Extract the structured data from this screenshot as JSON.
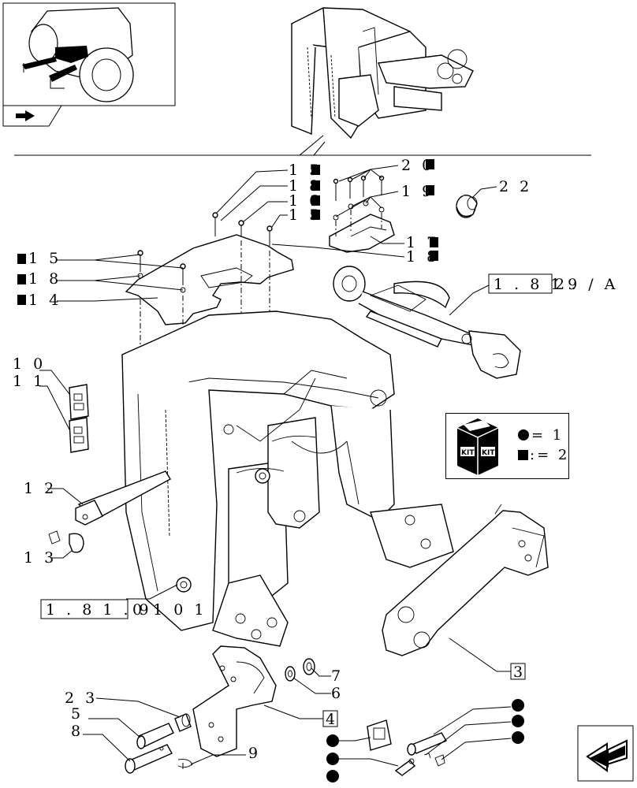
{
  "labels": {
    "l20": "2 0",
    "l15a": "1 5",
    "l18a": "1 8",
    "l16": "1 6",
    "l15b": "1 5",
    "l19": "1 9",
    "l22": "2 2",
    "l17": "1 7",
    "l18b": "1 8",
    "l15c": "1 5",
    "l18c": "1 8",
    "l14": "1 4",
    "l10": "1 0",
    "l11": "1 1",
    "l12": "1 2",
    "l13": "1 3",
    "l3": "3",
    "l7": "7",
    "l6": "6",
    "l4": "4",
    "l23": "2 3",
    "l5": "5",
    "l8": "8",
    "l9": "9"
  },
  "references": {
    "ref_top_link": "1 . 8 1 .",
    "ref_top_link_suffix": "29 / A",
    "ref_frame": "1 . 8 1 . 9",
    "ref_frame_suffix": "0 1   0 1"
  },
  "kit_legend": {
    "kit_text": "KIT",
    "circle_eq": "= 1",
    "square_eq": ":= 2 1"
  }
}
